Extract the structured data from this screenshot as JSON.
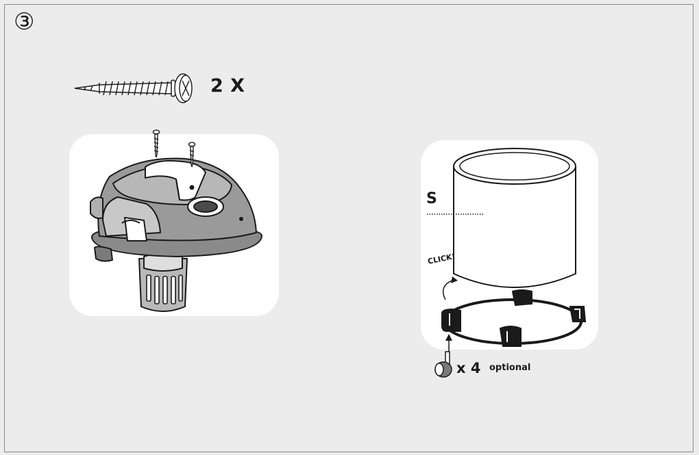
{
  "step": {
    "number": "③"
  },
  "screws": {
    "quantity": "2 X"
  },
  "container": {
    "label": "S",
    "click": "CLICK!"
  },
  "casters": {
    "quantity": "x 4",
    "note": "optional"
  },
  "colors": {
    "background": "#ececec",
    "panel": "#ffffff",
    "frame": "#8a8a8a",
    "head_body": "#9a9a9a",
    "ink": "#1a1a1a"
  }
}
